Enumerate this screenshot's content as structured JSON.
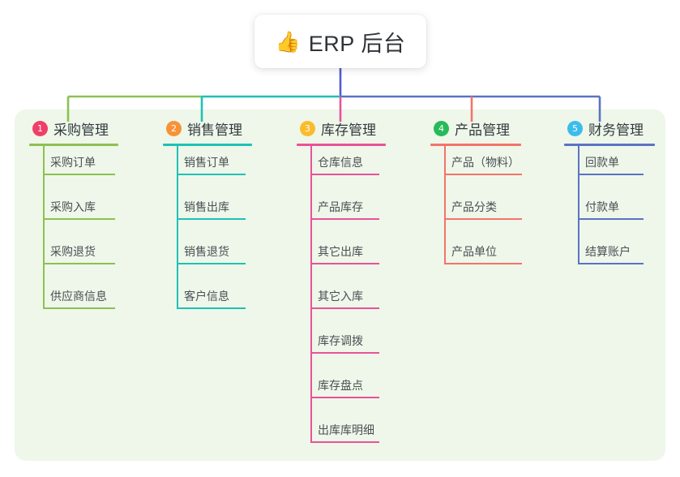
{
  "root": {
    "icon": "thumbs-up-icon",
    "emoji": "👍",
    "title": "ERP 后台",
    "trunk_color": "#4f5bd5"
  },
  "panel": {
    "background": "#eef7e9"
  },
  "columns": [
    {
      "index": "1",
      "title": "采购管理",
      "badge_color": "#ef3f68",
      "line_color": "#8cc152",
      "items": [
        "采购订单",
        "采购入库",
        "采购退货",
        "供应商信息"
      ]
    },
    {
      "index": "2",
      "title": "销售管理",
      "badge_color": "#f79236",
      "line_color": "#1fc1b6",
      "items": [
        "销售订单",
        "销售出库",
        "销售退货",
        "客户信息"
      ]
    },
    {
      "index": "3",
      "title": "库存管理",
      "badge_color": "#fbbc2c",
      "line_color": "#e8529a",
      "items": [
        "仓库信息",
        "产品库存",
        "其它出库",
        "其它入库",
        "库存调拨",
        "库存盘点",
        "出库库明细"
      ]
    },
    {
      "index": "4",
      "title": "产品管理",
      "badge_color": "#27ba5a",
      "line_color": "#f4736b",
      "items": [
        "产品（物料）",
        "产品分类",
        "产品单位"
      ]
    },
    {
      "index": "5",
      "title": "财务管理",
      "badge_color": "#3bbdec",
      "line_color": "#5b72c4",
      "items": [
        "回款单",
        "付款单",
        "结算账户"
      ]
    }
  ]
}
